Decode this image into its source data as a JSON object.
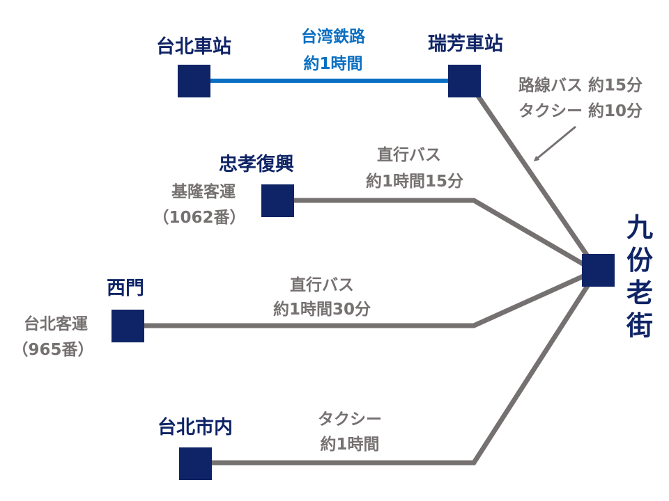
{
  "colors": {
    "station": "#0f2466",
    "rail": "#0a6fc2",
    "road": "#767171"
  },
  "destination": {
    "chars": [
      "九",
      "份",
      "老",
      "街"
    ]
  },
  "rail_route": {
    "from": "台北車站",
    "to": "瑞芳車站",
    "line_name": "台湾鉄路",
    "duration": "約1時間"
  },
  "ruifang_transfer": {
    "bus": "路線バス 約15分",
    "taxi": "タクシー 約10分"
  },
  "routes": [
    {
      "station": "忠孝復興",
      "operator": "基隆客運",
      "number": "（1062番）",
      "mode": "直行バス",
      "duration": "約1時間15分"
    },
    {
      "station": "西門",
      "operator": "台北客運",
      "number": "（965番）",
      "mode": "直行バス",
      "duration": "約1時間30分"
    },
    {
      "station": "台北市内",
      "mode": "タクシー",
      "duration": "約1時間"
    }
  ]
}
